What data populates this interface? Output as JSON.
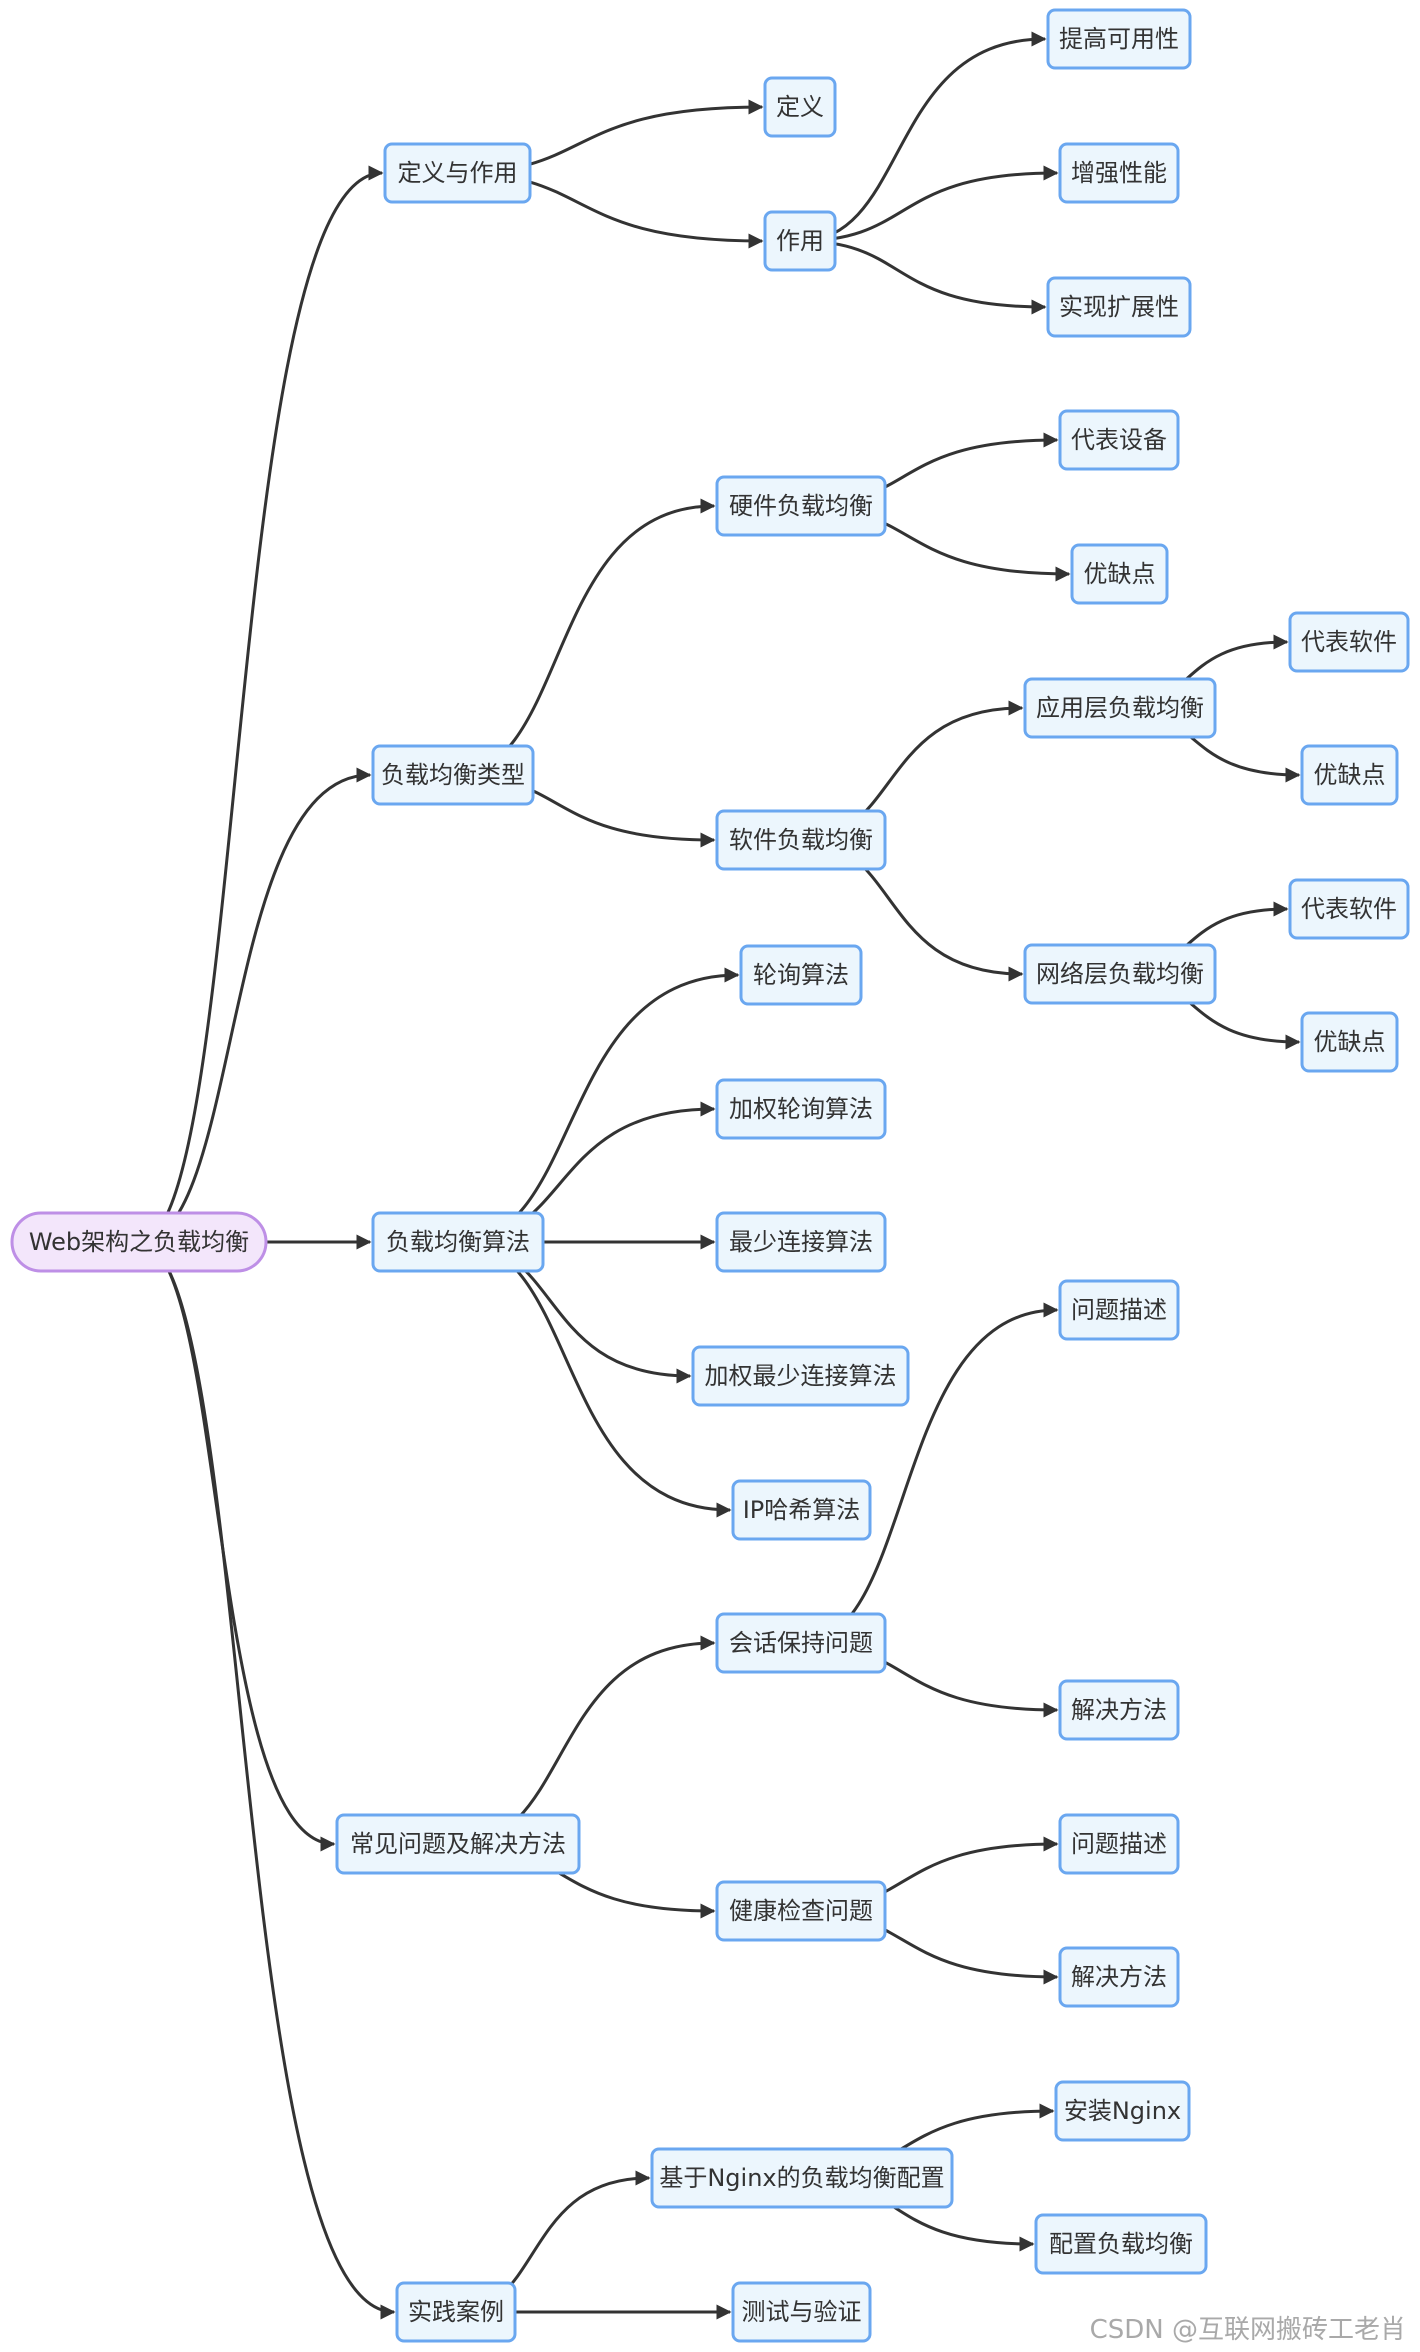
{
  "root": {
    "label": "Web架构之负载均衡"
  },
  "sections": [
    {
      "label": "定义与作用",
      "children": [
        {
          "label": "定义"
        },
        {
          "label": "作用",
          "children": [
            {
              "label": "提高可用性"
            },
            {
              "label": "增强性能"
            },
            {
              "label": "实现扩展性"
            }
          ]
        }
      ]
    },
    {
      "label": "负载均衡类型",
      "children": [
        {
          "label": "硬件负载均衡",
          "children": [
            {
              "label": "代表设备"
            },
            {
              "label": "优缺点"
            }
          ]
        },
        {
          "label": "软件负载均衡",
          "children": [
            {
              "label": "应用层负载均衡",
              "children": [
                {
                  "label": "代表软件"
                },
                {
                  "label": "优缺点"
                }
              ]
            },
            {
              "label": "网络层负载均衡",
              "children": [
                {
                  "label": "代表软件"
                },
                {
                  "label": "优缺点"
                }
              ]
            }
          ]
        }
      ]
    },
    {
      "label": "负载均衡算法",
      "children": [
        {
          "label": "轮询算法"
        },
        {
          "label": "加权轮询算法"
        },
        {
          "label": "最少连接算法"
        },
        {
          "label": "加权最少连接算法"
        },
        {
          "label": "IP哈希算法"
        }
      ]
    },
    {
      "label": "常见问题及解决方法",
      "children": [
        {
          "label": "会话保持问题",
          "children": [
            {
              "label": "问题描述"
            },
            {
              "label": "解决方法"
            }
          ]
        },
        {
          "label": "健康检查问题",
          "children": [
            {
              "label": "问题描述"
            },
            {
              "label": "解决方法"
            }
          ]
        }
      ]
    },
    {
      "label": "实践案例",
      "children": [
        {
          "label": "基于Nginx的负载均衡配置",
          "children": [
            {
              "label": "安装Nginx"
            },
            {
              "label": "配置负载均衡"
            }
          ]
        },
        {
          "label": "测试与验证"
        }
      ]
    }
  ],
  "watermark": "CSDN @互联网搬砖工老肖",
  "colors": {
    "node_fill": "#ECF6FD",
    "node_stroke": "#6AA7F0",
    "root_fill": "#F3E6FB",
    "root_stroke": "#BE8FE6",
    "edge": "#333333"
  }
}
